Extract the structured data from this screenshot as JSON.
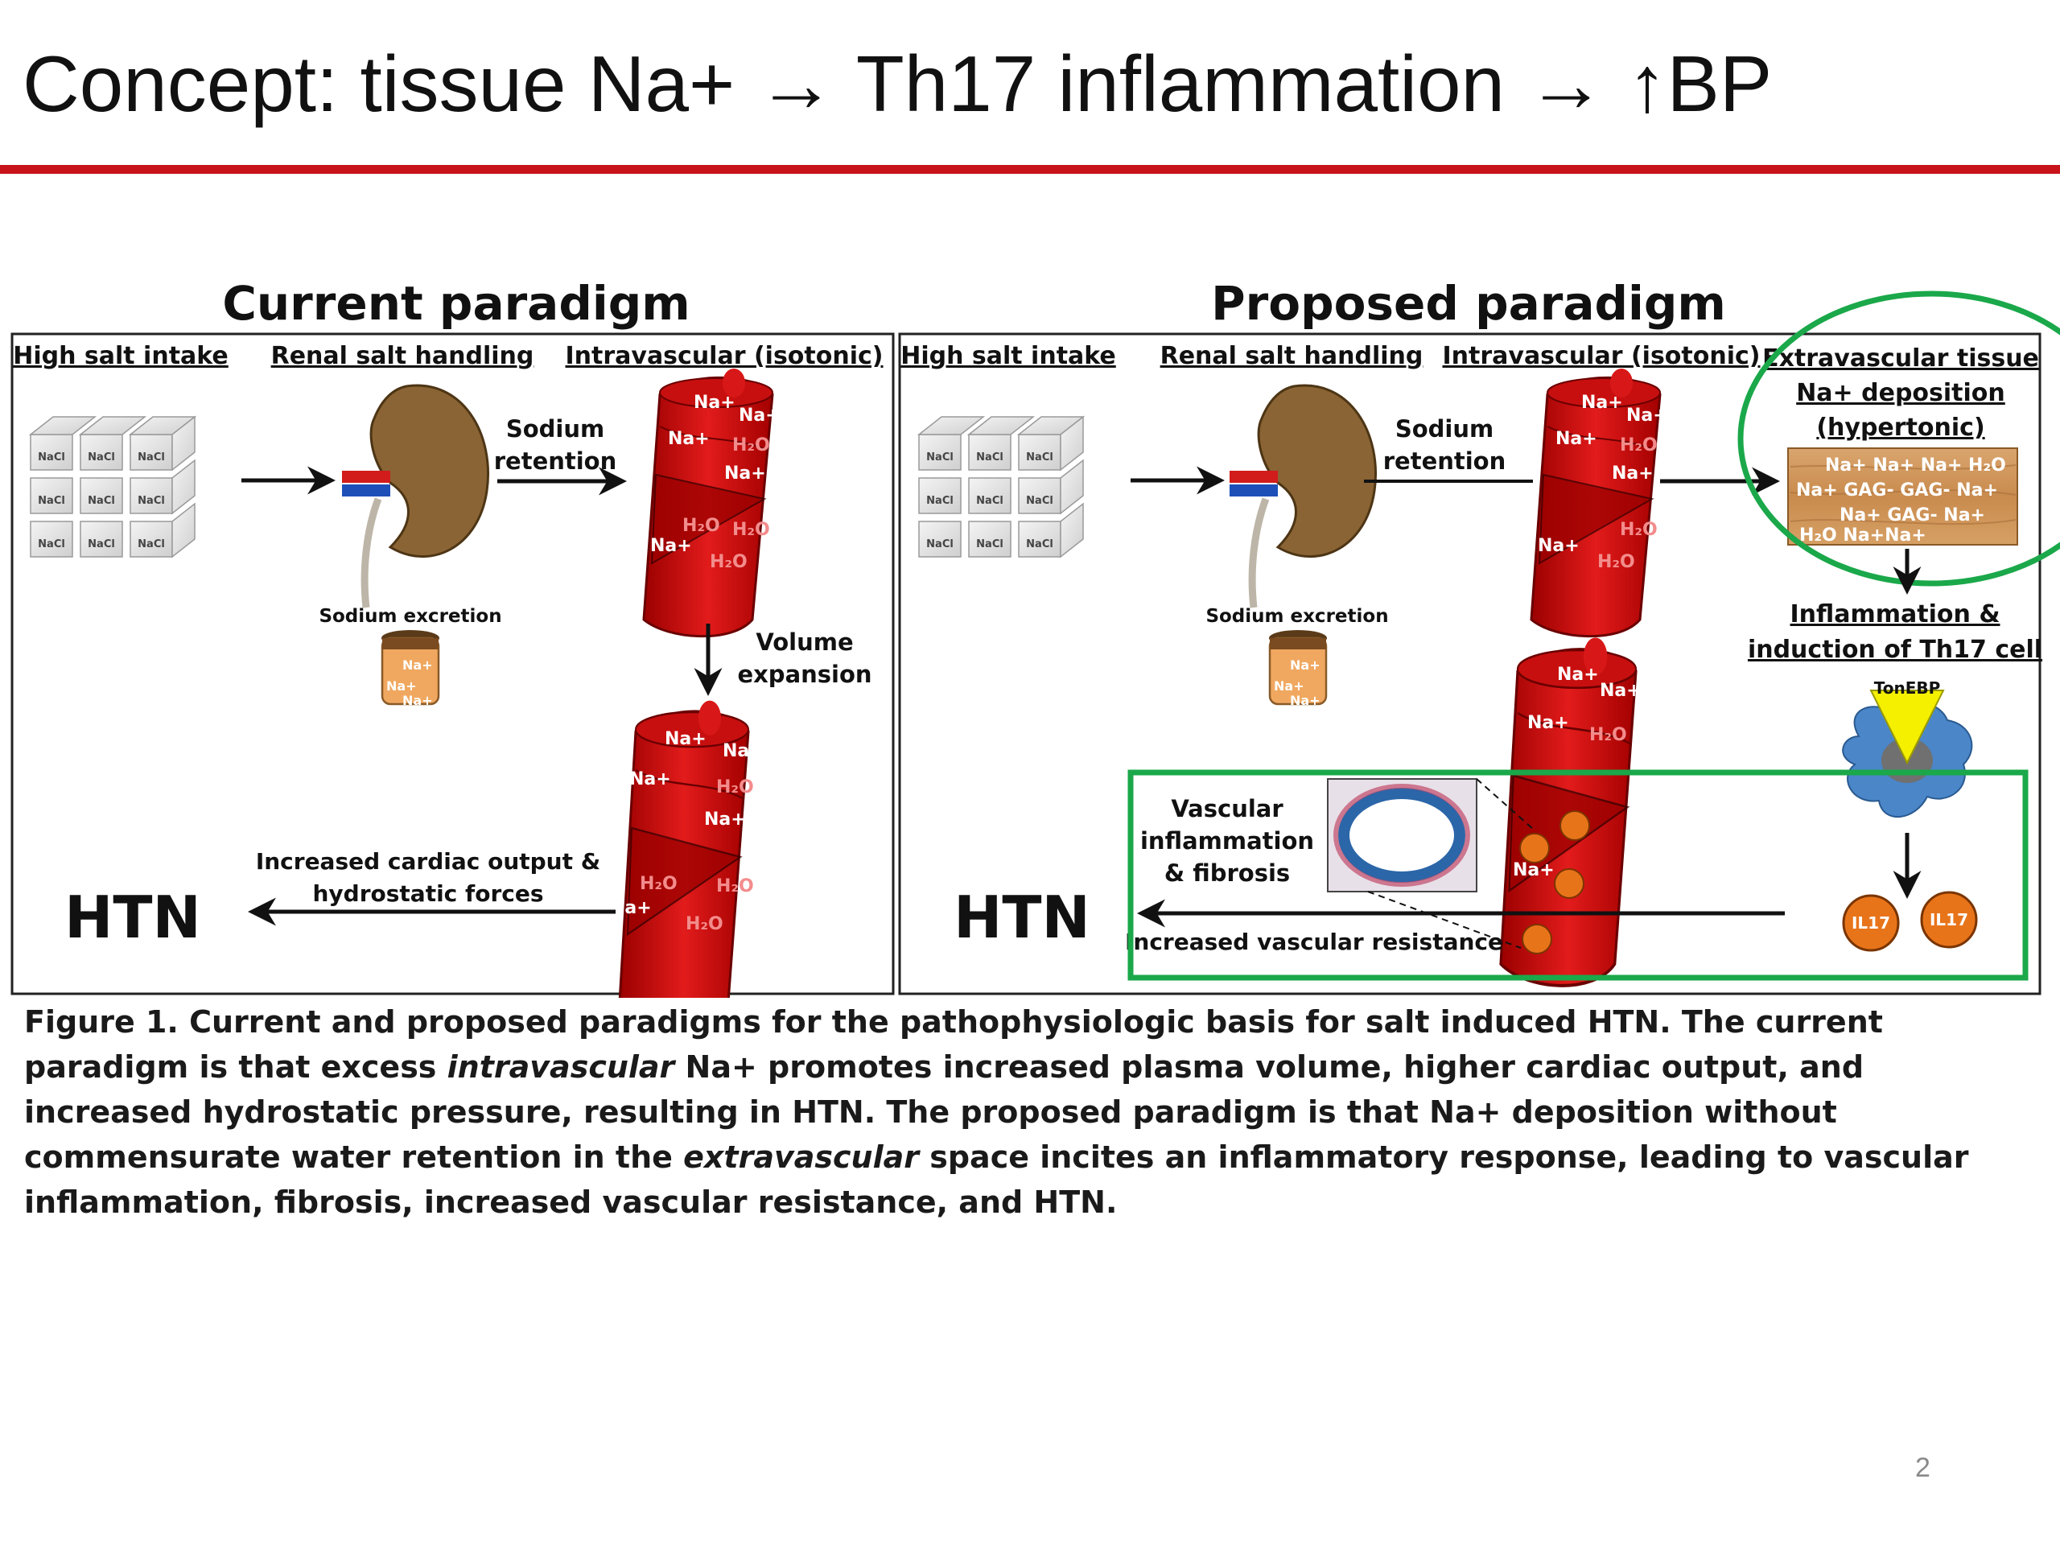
{
  "slide": {
    "title": "Concept: tissue Na+  →  Th17 inflammation  →   ↑BP",
    "page_number": "2",
    "accent_color": "#c8131b",
    "highlight_color": "#1aa84a"
  },
  "current": {
    "title": "Current paradigm",
    "header_high_salt": "High salt intake",
    "header_renal": "Renal salt handling",
    "header_intravascular": "Intravascular (isotonic)",
    "salt_cube_label": "NaCl",
    "sodium_retention_1": "Sodium",
    "sodium_retention_2": "retention",
    "sodium_excretion": "Sodium excretion",
    "volume_expansion_1": "Volume",
    "volume_expansion_2": "expansion",
    "cardiac_output_1": "Increased cardiac output &",
    "cardiac_output_2": "hydrostatic forces",
    "htn": "HTN"
  },
  "proposed": {
    "title": "Proposed paradigm",
    "header_high_salt": "High salt intake",
    "header_renal": "Renal salt handling",
    "header_intravascular": "Intravascular (isotonic)",
    "header_extravascular_1": "Extravascular tissue",
    "header_extravascular_2": "Na+ deposition",
    "header_extravascular_3": "(hypertonic)",
    "salt_cube_label": "NaCl",
    "sodium_retention_1": "Sodium",
    "sodium_retention_2": "retention",
    "sodium_excretion": "Sodium excretion",
    "inflammation_1": "Inflammation &",
    "inflammation_2": "induction of Th17 cell",
    "tonebp": "TonEBP",
    "il17": "IL17",
    "vascular_1": "Vascular",
    "vascular_2": "inflammation",
    "vascular_3": "& fibrosis",
    "resistance": "Increased vascular resistance",
    "htn": "HTN"
  },
  "labels": {
    "na": "Na+",
    "h2o": "H₂O",
    "gag": "GAG",
    "tissue_line_1": "Na+  Na+  Na+ H₂O",
    "tissue_line_2": "Na+ GAG- GAG- Na+",
    "tissue_line_3": "Na+ GAG- Na+",
    "tissue_line_4": "H₂O   Na+Na+"
  },
  "caption": {
    "label": "Figure 1.",
    "part1": "  Current and proposed paradigms for the pathophysiologic basis for salt induced HTN.  The current paradigm is that excess ",
    "em1": "intravascular",
    "part2": " Na+ promotes increased plasma volume, higher cardiac output, and increased hydrostatic pressure, resulting in HTN.  The proposed paradigm is that Na+ deposition without commensurate water retention in the ",
    "em2": "extravascular",
    "part3": " space incites an inflammatory response, leading to vascular inflammation, fibrosis, increased vascular resistance, and HTN."
  }
}
